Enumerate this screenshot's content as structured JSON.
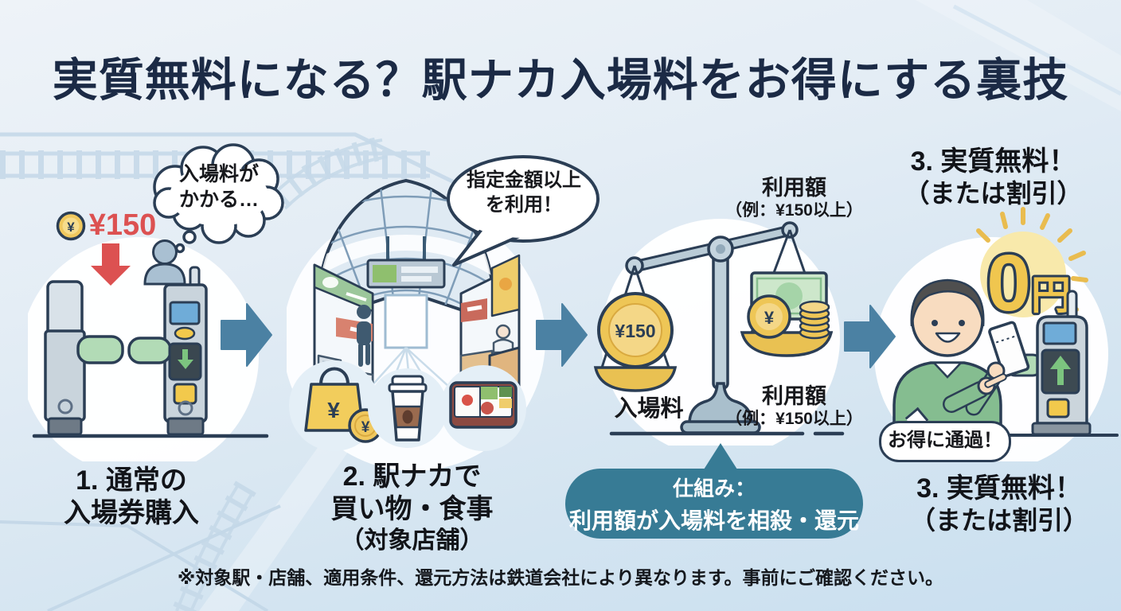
{
  "title": "実質無料になる？駅ナカ入場料をお得にする裏技",
  "symbols": {
    "yen": "¥"
  },
  "steps": {
    "step1": {
      "thought_bubble": {
        "line1": "入場料が",
        "line2": "かかる…"
      },
      "price": "¥150",
      "caption": {
        "line1": "1. 通常の",
        "line2": "入場券購入"
      }
    },
    "step2": {
      "speech_bubble": {
        "line1": "指定金額以上",
        "line2": "を利用！"
      },
      "caption": {
        "line1": "2. 駅ナカで",
        "line2": "買い物・食事",
        "line3": "（対象店舗）"
      }
    },
    "step3": {
      "scale_top_label": {
        "line1": "利用額",
        "line2": "（例：¥150以上）"
      },
      "left_pan": {
        "coin_value": "¥150",
        "label": "入場料"
      },
      "right_pan": {
        "label_line1": "利用額",
        "label_line2": "（例：¥150以上）"
      },
      "mechanism": {
        "line1": "仕組み：",
        "line2": "利用額が入場料を相殺・還元"
      }
    },
    "step4": {
      "heading": {
        "line1": "3. 実質無料！",
        "line2": "（または割引）"
      },
      "zero_price": {
        "digit": "0",
        "unit": "円"
      },
      "speech_bubble": "お得に通過！",
      "caption": {
        "line1": "3. 実質無料！",
        "line2": "（または割引）"
      }
    }
  },
  "footer": "※対象駅・店舗、適用条件、還元方法は鉄道会社により異なります。事前にご確認ください。",
  "colors": {
    "background_top": "#eef3f8",
    "background_bottom": "#c9dff0",
    "title_navy": "#1b2a45",
    "outline_navy": "#2b3e55",
    "price_red": "#dc5151",
    "arrow_blue": "#4b81a3",
    "mechanism_teal": "#377b95",
    "coin_gold": "#eec656",
    "zero_yellow": "#f0c64f",
    "gate_flap_green": "#b2dbb6",
    "sweater_green": "#85bd90",
    "track_decor_blue": "#c6d9e9"
  }
}
